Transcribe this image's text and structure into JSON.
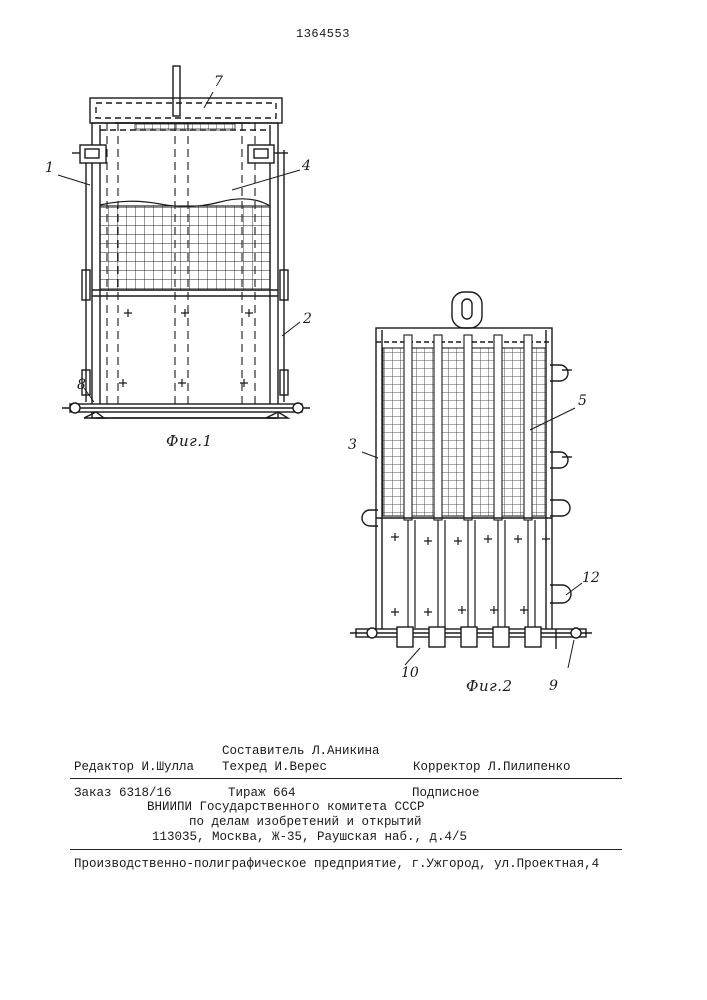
{
  "header": {
    "patent_number": "1364553"
  },
  "figure1": {
    "caption": "Фиг.1",
    "labels": {
      "l1": "1",
      "l2": "2",
      "l4": "4",
      "l7": "7",
      "l8": "8"
    }
  },
  "figure2": {
    "caption": "Фиг.2",
    "labels": {
      "l3": "3",
      "l5": "5",
      "l9": "9",
      "l10": "10",
      "l12": "12"
    }
  },
  "colophon": {
    "compiler": "Составитель Л.Аникина",
    "editor": "Редактор И.Шулла",
    "techred": "Техред И.Верес",
    "corrector": "Корректор Л.Пилипенко",
    "order": "Заказ 6318/16",
    "circulation": "Тираж 664",
    "subscription": "Подписное",
    "org_line1": "ВНИИПИ Государственного комитета СССР",
    "org_line2": "по делам изобретений и открытий",
    "org_line3": "113035, Москва, Ж-35, Раушская наб., д.4/5",
    "printer": "Производственно-полиграфическое предприятие, г.Ужгород, ул.Проектная,4"
  }
}
